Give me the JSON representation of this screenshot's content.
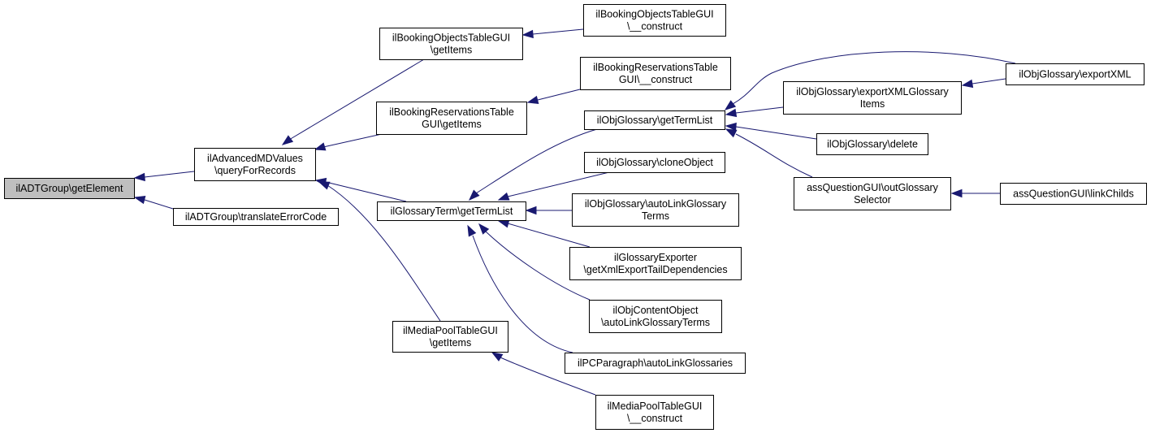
{
  "diagram": {
    "type": "doxygen-caller-graph",
    "edge_color": "#191970",
    "root_fill": "#bfbfbf",
    "nodes": [
      {
        "id": "n0",
        "lines": [
          "ilADTGroup\\getElement"
        ],
        "root": true
      },
      {
        "id": "n1",
        "lines": [
          "ilAdvancedMDValues",
          "\\queryForRecords"
        ]
      },
      {
        "id": "n2",
        "lines": [
          "ilADTGroup\\translateErrorCode"
        ]
      },
      {
        "id": "n3",
        "lines": [
          "ilBookingObjectsTableGUI",
          "\\getItems"
        ]
      },
      {
        "id": "n4",
        "lines": [
          "ilBookingReservationsTable",
          "GUI\\getItems"
        ]
      },
      {
        "id": "n5",
        "lines": [
          "ilGlossaryTerm\\getTermList"
        ]
      },
      {
        "id": "n6",
        "lines": [
          "ilMediaPoolTableGUI",
          "\\getItems"
        ]
      },
      {
        "id": "n7",
        "lines": [
          "ilBookingObjectsTableGUI",
          "\\__construct"
        ]
      },
      {
        "id": "n8",
        "lines": [
          "ilBookingReservationsTable",
          "GUI\\__construct"
        ]
      },
      {
        "id": "n9",
        "lines": [
          "ilObjGlossary\\getTermList"
        ]
      },
      {
        "id": "n10",
        "lines": [
          "ilObjGlossary\\cloneObject"
        ]
      },
      {
        "id": "n11",
        "lines": [
          "ilObjGlossary\\autoLinkGlossary",
          "Terms"
        ]
      },
      {
        "id": "n12",
        "lines": [
          "ilGlossaryExporter",
          "\\getXmlExportTailDependencies"
        ]
      },
      {
        "id": "n13",
        "lines": [
          "ilObjContentObject",
          "\\autoLinkGlossaryTerms"
        ]
      },
      {
        "id": "n14",
        "lines": [
          "ilPCParagraph\\autoLinkGlossaries"
        ]
      },
      {
        "id": "n15",
        "lines": [
          "ilMediaPoolTableGUI",
          "\\__construct"
        ]
      },
      {
        "id": "n16",
        "lines": [
          "ilObjGlossary\\exportXMLGlossary",
          "Items"
        ]
      },
      {
        "id": "n17",
        "lines": [
          "ilObjGlossary\\delete"
        ]
      },
      {
        "id": "n18",
        "lines": [
          "assQuestionGUI\\outGlossary",
          "Selector"
        ]
      },
      {
        "id": "n19",
        "lines": [
          "ilObjGlossary\\exportXML"
        ]
      },
      {
        "id": "n20",
        "lines": [
          "assQuestionGUI\\linkChilds"
        ]
      }
    ],
    "edges": [
      {
        "from": "n1",
        "to": "n0"
      },
      {
        "from": "n2",
        "to": "n0"
      },
      {
        "from": "n3",
        "to": "n1"
      },
      {
        "from": "n4",
        "to": "n1"
      },
      {
        "from": "n5",
        "to": "n1"
      },
      {
        "from": "n6",
        "to": "n1"
      },
      {
        "from": "n7",
        "to": "n3"
      },
      {
        "from": "n8",
        "to": "n4"
      },
      {
        "from": "n9",
        "to": "n5"
      },
      {
        "from": "n10",
        "to": "n5"
      },
      {
        "from": "n11",
        "to": "n5"
      },
      {
        "from": "n12",
        "to": "n5"
      },
      {
        "from": "n13",
        "to": "n5"
      },
      {
        "from": "n14",
        "to": "n5"
      },
      {
        "from": "n15",
        "to": "n6"
      },
      {
        "from": "n19",
        "to": "n9"
      },
      {
        "from": "n16",
        "to": "n9"
      },
      {
        "from": "n17",
        "to": "n9"
      },
      {
        "from": "n18",
        "to": "n9"
      },
      {
        "from": "n19",
        "to": "n16"
      },
      {
        "from": "n20",
        "to": "n18"
      }
    ]
  }
}
